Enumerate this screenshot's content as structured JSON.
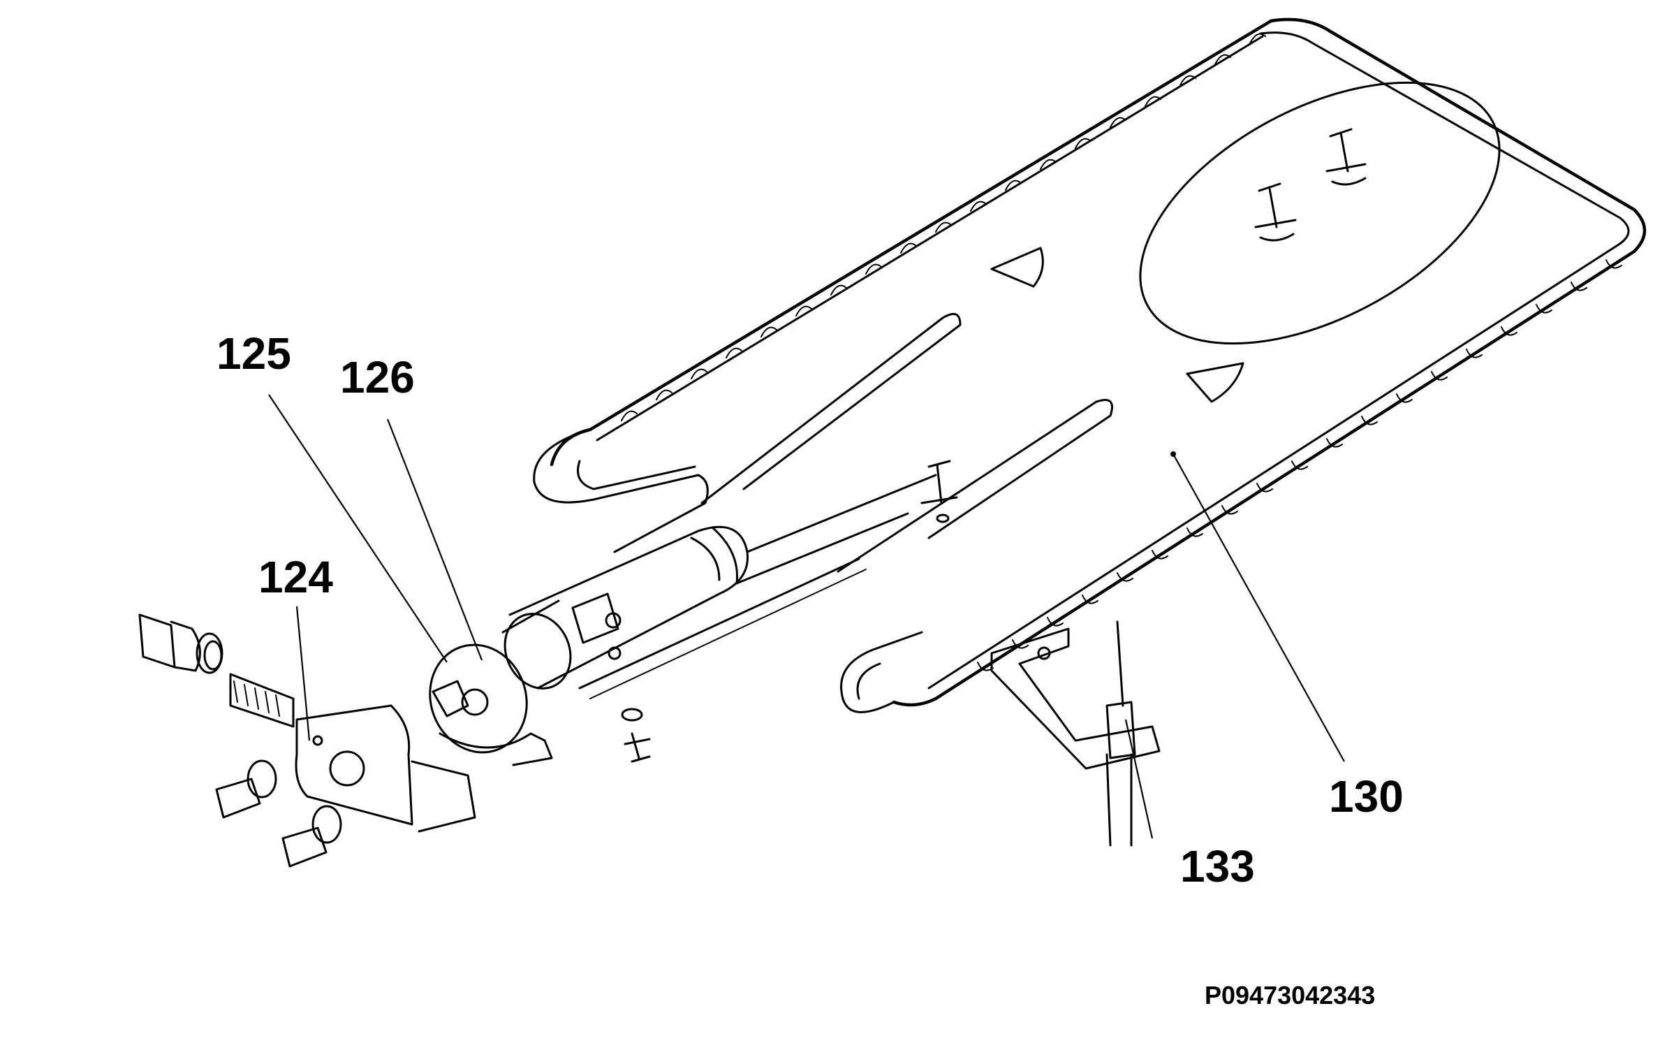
{
  "callouts": [
    {
      "id": "124",
      "text": "124"
    },
    {
      "id": "125",
      "text": "125"
    },
    {
      "id": "126",
      "text": "126"
    },
    {
      "id": "130",
      "text": "130"
    },
    {
      "id": "133",
      "text": "133"
    }
  ],
  "reference_code": "P09473042343"
}
